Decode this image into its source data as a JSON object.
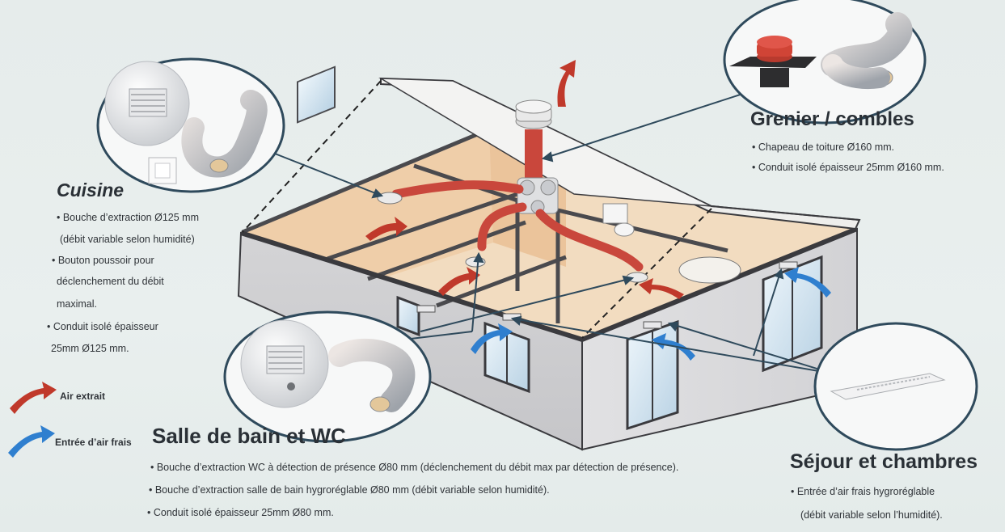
{
  "sections": {
    "cuisine": {
      "title": "Cuisine",
      "lines": [
        "• Bouche d’extraction Ø125 mm",
        "(débit variable selon humidité)",
        "• Bouton poussoir pour",
        "déclenchement du débit",
        "maximal.",
        "• Conduit isolé épaisseur",
        "25mm Ø125 mm."
      ]
    },
    "grenier": {
      "title": "Grenier / combles",
      "lines": [
        "• Chapeau de toiture Ø160 mm.",
        "• Conduit isolé épaisseur 25mm Ø160 mm."
      ]
    },
    "salle_de_bain": {
      "title": "Salle de bain et WC",
      "lines": [
        "• Bouche d’extraction WC à détection de présence Ø80 mm (déclenchement du débit max par détection de présence).",
        "• Bouche d’extraction salle de bain hygroréglable Ø80 mm (débit variable selon humidité).",
        "• Conduit isolé épaisseur 25mm Ø80 mm."
      ]
    },
    "sejour": {
      "title": "Séjour et chambres",
      "lines": [
        "• Entrée d’air frais hygroréglable",
        "(débit variable selon l’humidité)."
      ]
    }
  },
  "legend": {
    "extract_label": "Air extrait",
    "fresh_label": "Entrée d’air frais"
  },
  "colors": {
    "extract_arrow": "#c0392b",
    "fresh_arrow": "#2f7fcf",
    "duct": "#c9473c",
    "leader_line": "#2f4a5c"
  }
}
